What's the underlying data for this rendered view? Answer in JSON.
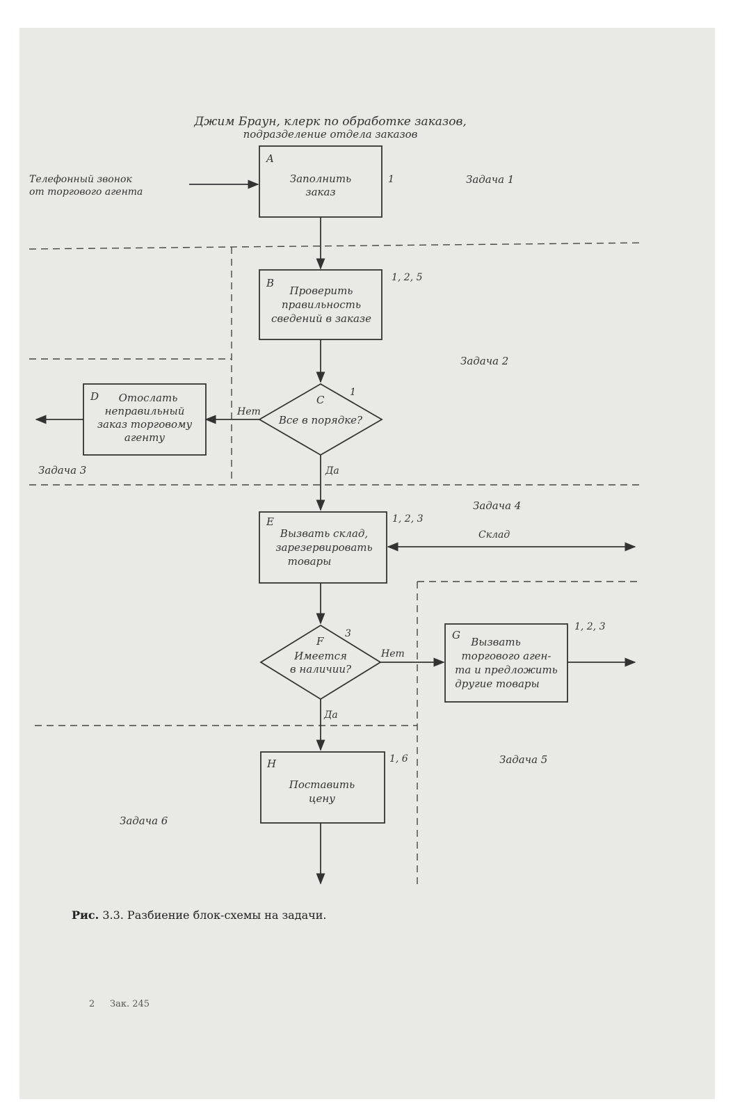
{
  "header": {
    "line1": "Джим Браун, клерк по обработке заказов,",
    "line2": "подразделение отдела заказов"
  },
  "input": {
    "line1": "Телефонный звонок",
    "line2": "от торгового агента"
  },
  "nodes": {
    "A": {
      "letter": "A",
      "lines": [
        "Заполнить",
        "заказ"
      ],
      "refs": "1"
    },
    "B": {
      "letter": "B",
      "lines": [
        "Проверить",
        "правильность",
        "сведений в заказе"
      ],
      "refs": "1, 2, 5"
    },
    "C": {
      "letter": "C",
      "lines": [
        "Все в порядке?"
      ],
      "refs": "1"
    },
    "D": {
      "letter": "D",
      "lines": [
        "Отослать",
        "неправильный",
        "заказ торговому",
        "агенту"
      ]
    },
    "E": {
      "letter": "E",
      "lines": [
        "Вызвать склад,",
        "зарезервировать",
        "товары"
      ],
      "refs": "1, 2, 3"
    },
    "F": {
      "letter": "F",
      "lines": [
        "Имеется",
        "в наличии?"
      ],
      "refs": "3"
    },
    "G": {
      "letter": "G",
      "lines": [
        "Вызвать",
        "торгового аген-",
        "та и предложить",
        "другие товары"
      ],
      "refs": "1, 2, 3"
    },
    "H": {
      "letter": "H",
      "lines": [
        "Поставить",
        "цену"
      ],
      "refs": "1, 6"
    }
  },
  "edges": {
    "c_no": "Нет",
    "c_yes": "Да",
    "f_no": "Нет",
    "f_yes": "Да",
    "warehouse": "Склад"
  },
  "tasks": [
    "Задача 1",
    "Задача 2",
    "Задача 3",
    "Задача 4",
    "Задача 5",
    "Задача 6"
  ],
  "caption": {
    "prefix": "Рис.",
    "text": "3.3. Разбиение блок-схемы на задачи."
  },
  "footer": {
    "mark": "2",
    "text": "Зак. 245"
  }
}
